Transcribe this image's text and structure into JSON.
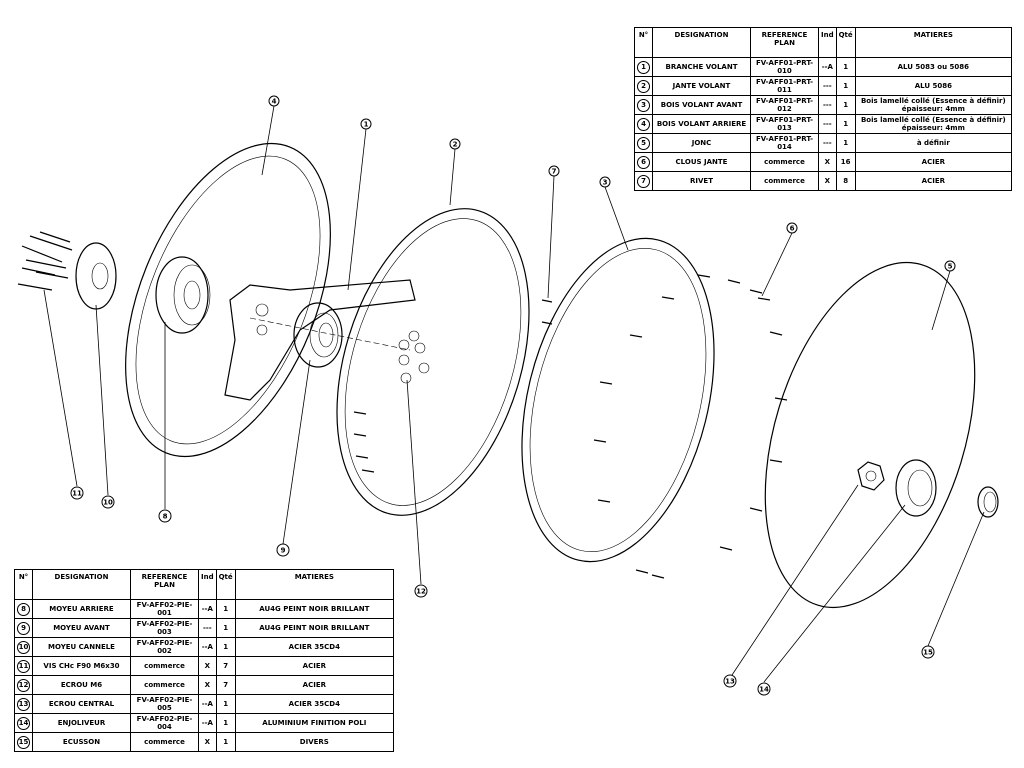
{
  "tables": {
    "top": {
      "headers": [
        "N°",
        "DESIGNATION",
        "REFERENCE PLAN",
        "Ind",
        "Qté",
        "MATIERES"
      ],
      "rows": [
        {
          "n": "1",
          "designation": "BRANCHE VOLANT",
          "ref": "FV-AFF01-PRT-010",
          "ind": "--A",
          "qte": "1",
          "matiere": "ALU 5083 ou 5086"
        },
        {
          "n": "2",
          "designation": "JANTE VOLANT",
          "ref": "FV-AFF01-PRT-011",
          "ind": "---",
          "qte": "1",
          "matiere": "ALU 5086"
        },
        {
          "n": "3",
          "designation": "BOIS VOLANT AVANT",
          "ref": "FV-AFF01-PRT-012",
          "ind": "---",
          "qte": "1",
          "matiere": "Bois lamellé collé (Essence à définir) épaisseur: 4mm"
        },
        {
          "n": "4",
          "designation": "BOIS VOLANT ARRIERE",
          "ref": "FV-AFF01-PRT-013",
          "ind": "---",
          "qte": "1",
          "matiere": "Bois lamellé collé (Essence à définir) épaisseur: 4mm"
        },
        {
          "n": "5",
          "designation": "JONC",
          "ref": "FV-AFF01-PRT-014",
          "ind": "---",
          "qte": "1",
          "matiere": "à définir"
        },
        {
          "n": "6",
          "designation": "CLOUS JANTE",
          "ref": "commerce",
          "ind": "X",
          "qte": "16",
          "matiere": "ACIER"
        },
        {
          "n": "7",
          "designation": "RIVET",
          "ref": "commerce",
          "ind": "X",
          "qte": "8",
          "matiere": "ACIER"
        }
      ]
    },
    "bottom": {
      "headers": [
        "N°",
        "DESIGNATION",
        "REFERENCE PLAN",
        "Ind",
        "Qté",
        "MATIERES"
      ],
      "rows": [
        {
          "n": "8",
          "designation": "MOYEU ARRIERE",
          "ref": "FV-AFF02-PIE-001",
          "ind": "--A",
          "qte": "1",
          "matiere": "AU4G PEINT NOIR BRILLANT"
        },
        {
          "n": "9",
          "designation": "MOYEU AVANT",
          "ref": "FV-AFF02-PIE-003",
          "ind": "---",
          "qte": "1",
          "matiere": "AU4G PEINT NOIR BRILLANT"
        },
        {
          "n": "10",
          "designation": "MOYEU CANNELE",
          "ref": "FV-AFF02-PIE-002",
          "ind": "--A",
          "qte": "1",
          "matiere": "ACIER 35CD4"
        },
        {
          "n": "11",
          "designation": "VIS CHc F90 M6x30",
          "ref": "commerce",
          "ind": "X",
          "qte": "7",
          "matiere": "ACIER"
        },
        {
          "n": "12",
          "designation": "ECROU M6",
          "ref": "commerce",
          "ind": "X",
          "qte": "7",
          "matiere": "ACIER"
        },
        {
          "n": "13",
          "designation": "ECROU CENTRAL",
          "ref": "FV-AFF02-PIE-005",
          "ind": "--A",
          "qte": "1",
          "matiere": "ACIER 35CD4"
        },
        {
          "n": "14",
          "designation": "ENJOLIVEUR",
          "ref": "FV-AFF02-PIE-004",
          "ind": "--A",
          "qte": "1",
          "matiere": "ALUMINIUM FINITION POLI"
        },
        {
          "n": "15",
          "designation": "ECUSSON",
          "ref": "commerce",
          "ind": "X",
          "qte": "1",
          "matiere": "DIVERS"
        }
      ]
    }
  },
  "balloons": [
    "1",
    "2",
    "3",
    "4",
    "5",
    "6",
    "7",
    "8",
    "9",
    "10",
    "11",
    "12",
    "13",
    "14",
    "15"
  ]
}
